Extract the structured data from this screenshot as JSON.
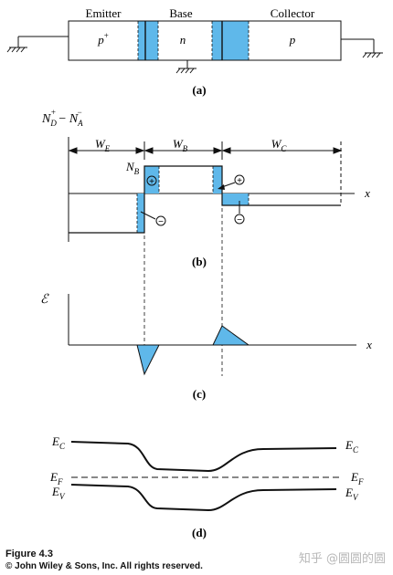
{
  "colors": {
    "depletion_fill": "#5fb8ea",
    "line": "#111111"
  },
  "panel_a": {
    "label": "(a)",
    "emitter_label": "Emitter",
    "base_label": "Base",
    "collector_label": "Collector",
    "emitter_doping": "p",
    "emitter_doping_sup": "+",
    "base_doping": "n",
    "collector_doping": "p"
  },
  "panel_b": {
    "label": "(b)",
    "y_axis": {
      "n": "N",
      "n_sub": "D",
      "n_sup": "+",
      "minus": " − ",
      "n2": "N",
      "n2_sub": "A",
      "n2_sup": "−"
    },
    "x_axis_label": "x",
    "we": {
      "w": "W",
      "sub": "E"
    },
    "wb": {
      "w": "W",
      "sub": "B"
    },
    "wc": {
      "w": "W",
      "sub": "C"
    },
    "nb": {
      "n": "N",
      "sub": "B"
    },
    "plus_symbol": "+",
    "minus_symbol": "−"
  },
  "panel_c": {
    "label": "(c)",
    "y_axis_label": "ℰ",
    "x_axis_label": "x"
  },
  "panel_d": {
    "label": "(d)",
    "ec": {
      "e": "E",
      "sub": "C"
    },
    "ef": {
      "e": "E",
      "sub": "F"
    },
    "ev": {
      "e": "E",
      "sub": "V"
    }
  },
  "caption": {
    "figure": "Figure 4.3",
    "copyright": "© John Wiley & Sons, Inc. All rights reserved."
  },
  "watermark": "知乎 @圆圆的圆"
}
